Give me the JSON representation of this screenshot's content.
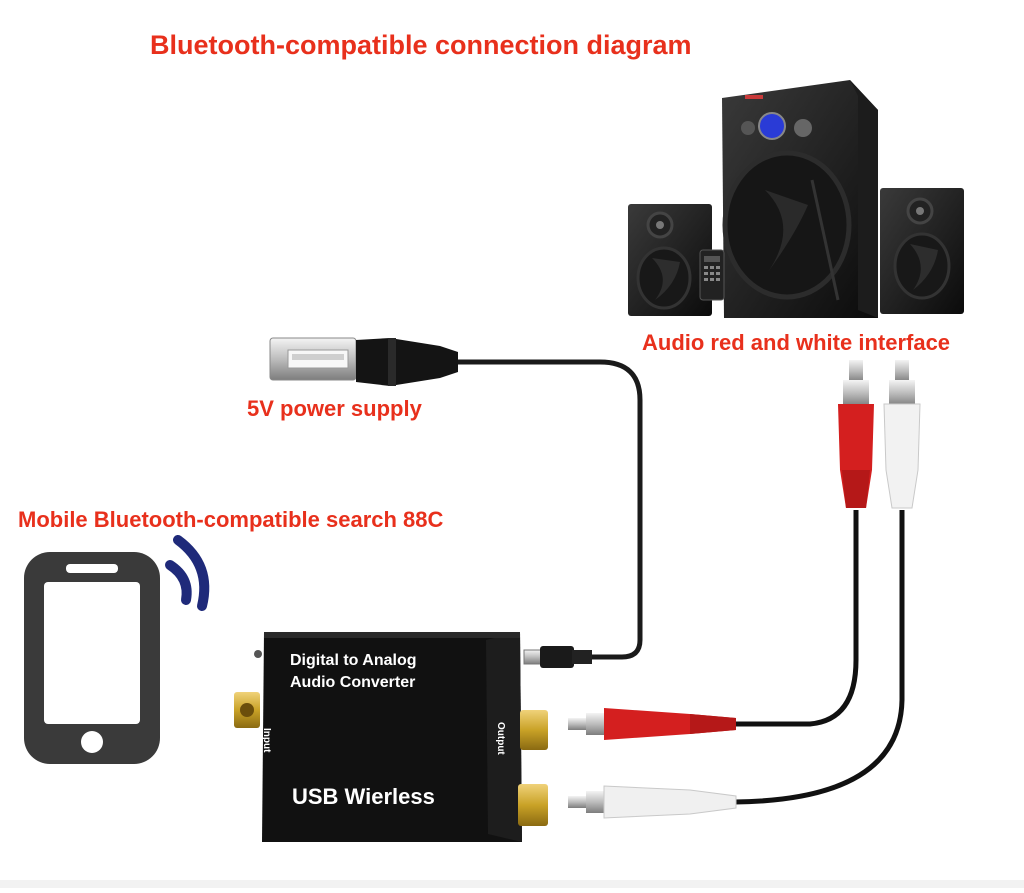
{
  "diagram": {
    "title": "Bluetooth-compatible connection diagram",
    "power_label": "5V power supply",
    "mobile_label": "Mobile Bluetooth-compatible search 88C",
    "audio_label": "Audio red and white interface"
  },
  "device": {
    "line1": "Digital to Analog",
    "line2": "Audio Converter",
    "brand": "USB Wierless",
    "port_in": "Input",
    "port_out": "Output"
  },
  "colors": {
    "label": "#e8301c",
    "device_body": "#111111",
    "rca_red": "#d41f1f",
    "rca_white": "#f2f2f2",
    "bluetooth_waves": "#1f2a7a",
    "phone_outline": "#3a3a3a",
    "gold_jack": "#c9a227"
  }
}
